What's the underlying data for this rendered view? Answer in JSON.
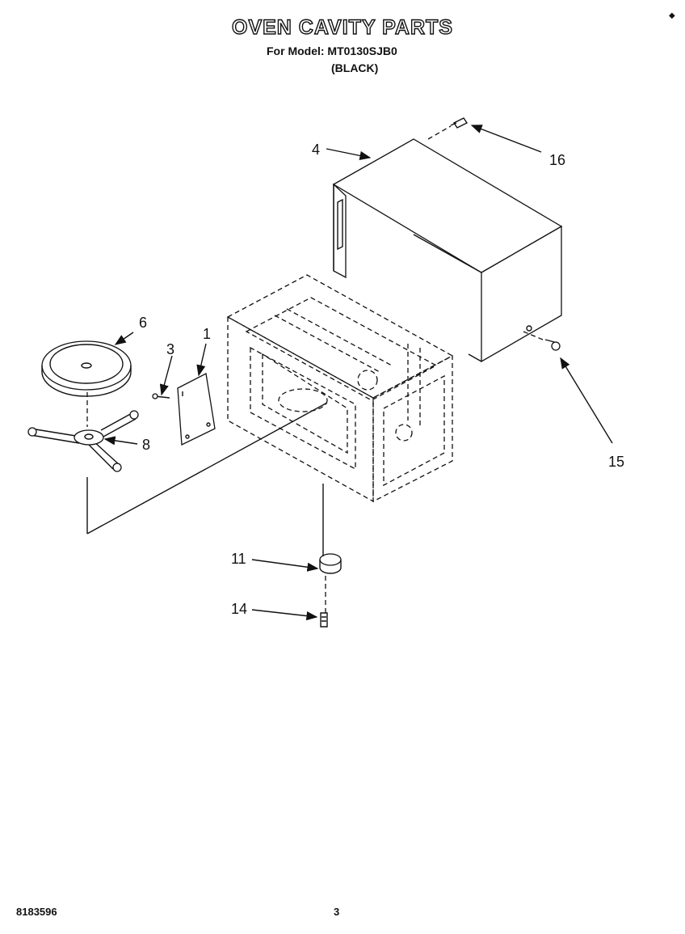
{
  "header": {
    "title": "OVEN CAVITY PARTS",
    "model_line": "For Model: MT0130SJB0",
    "variant": "(BLACK)"
  },
  "footer": {
    "doc_number": "8183596",
    "page_number": "3"
  },
  "callouts": [
    "1",
    "3",
    "4",
    "6",
    "8",
    "11",
    "14",
    "15",
    "16"
  ]
}
